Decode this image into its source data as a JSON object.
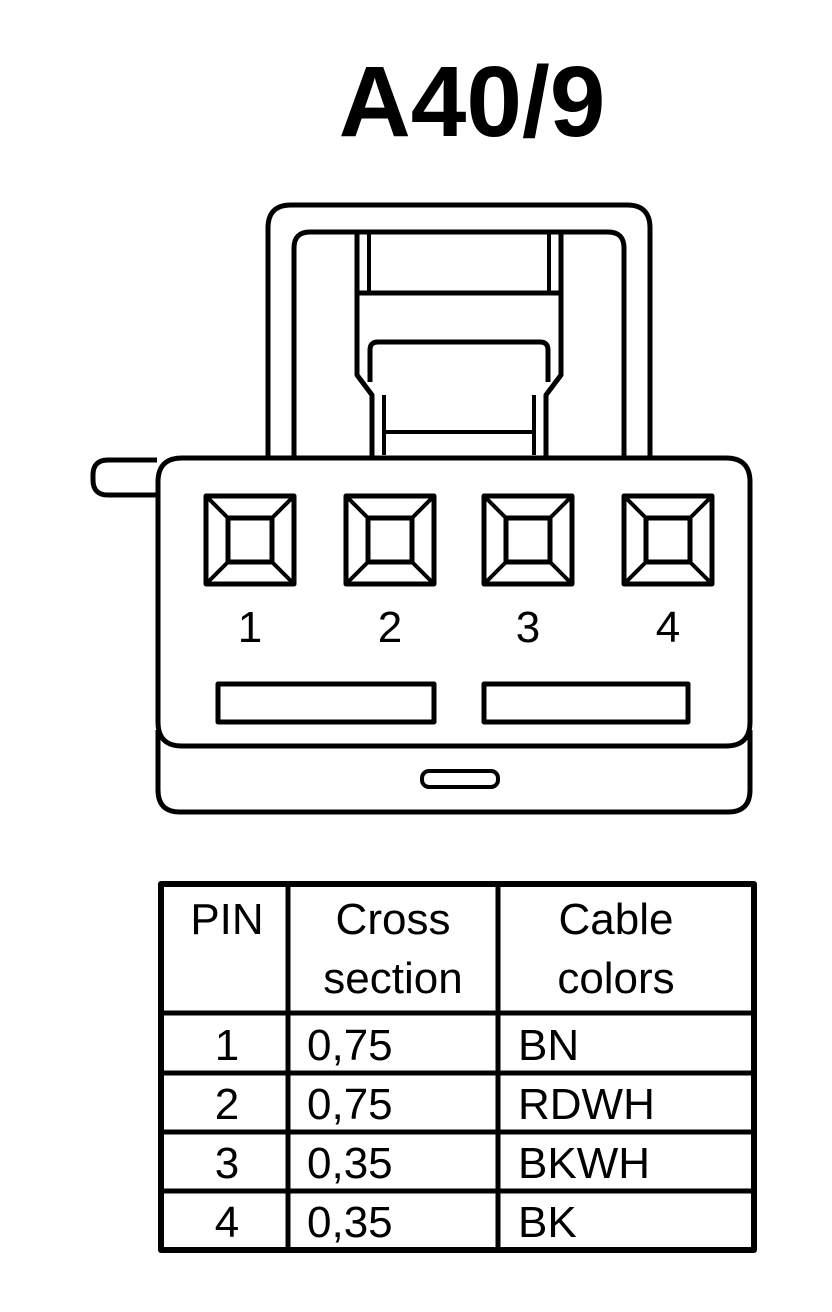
{
  "title": "A40/9",
  "connector": {
    "pins": [
      "1",
      "2",
      "3",
      "4"
    ]
  },
  "table": {
    "headers": [
      [
        "PIN"
      ],
      [
        "Cross",
        "section"
      ],
      [
        "Cable",
        "colors"
      ]
    ],
    "rows": [
      {
        "pin": "1",
        "cross_section": "0,75",
        "color": "BN"
      },
      {
        "pin": "2",
        "cross_section": "0,75",
        "color": "RDWH"
      },
      {
        "pin": "3",
        "cross_section": "0,35",
        "color": "BKWH"
      },
      {
        "pin": "4",
        "cross_section": "0,35",
        "color": "BK"
      }
    ]
  },
  "colors": {
    "line": "#000000",
    "background": "#ffffff"
  }
}
